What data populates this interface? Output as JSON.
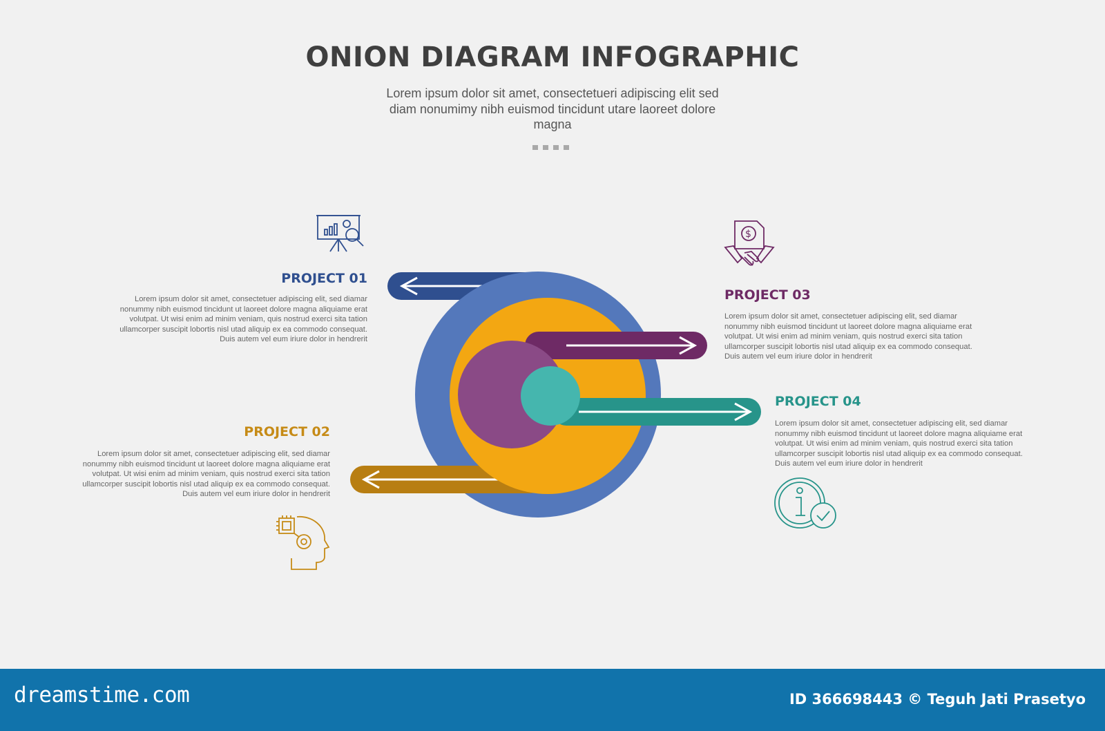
{
  "header": {
    "title": "ONION DIAGRAM INFOGRAPHIC",
    "subtitle": "Lorem ipsum dolor sit amet, consectetueri adipiscing elit sed diam nonumimy nibh euismod tincidunt utare laoreet dolore magna"
  },
  "projects": [
    {
      "label": "PROJECT 01",
      "color": "#2f4f8f",
      "icon": "presentation-board-analytics-icon",
      "text": "Lorem ipsum dolor sit amet, consectetuer adipiscing elit, sed diamar nonummy nibh euismod tincidunt ut laoreet dolore magna aliquiame erat volutpat. Ut wisi enim ad minim veniam, quis nostrud exerci sita tation ullamcorper suscipit lobortis nisl utad aliquip ex ea commodo consequat. Duis autem vel eum iriure dolor in hendrerit"
    },
    {
      "label": "PROJECT 02",
      "color": "#c68b17",
      "icon": "ai-head-chip-icon",
      "text": "Lorem ipsum dolor sit amet, consectetuer adipiscing elit, sed diamar nonummy nibh euismod tincidunt ut laoreet dolore magna aliquiame erat volutpat. Ut wisi enim ad minim veniam, quis nostrud exerci sita tation ullamcorper suscipit lobortis nisl utad aliquip ex ea commodo consequat. Duis autem vel eum iriure dolor in hendrerit"
    },
    {
      "label": "PROJECT 03",
      "color": "#6e2a65",
      "icon": "handshake-dollar-document-icon",
      "text": "Lorem ipsum dolor sit amet, consectetuer adipiscing elit, sed diamar nonummy nibh euismod tincidunt ut laoreet dolore magna aliquiame erat volutpat. Ut wisi enim ad minim veniam, quis nostrud exerci sita tation ullamcorper suscipit lobortis nisl utad aliquip ex ea commodo consequat. Duis autem vel eum iriure dolor in hendrerit"
    },
    {
      "label": "PROJECT 04",
      "color": "#27948a",
      "icon": "info-check-icon",
      "text": "Lorem ipsum dolor sit amet, consectetuer adipiscing elit, sed diamar nonummy nibh euismod tincidunt ut laoreet dolore magna aliquiame erat volutpat. Ut wisi enim ad minim veniam, quis nostrud exerci sita tation ullamcorper suscipit lobortis nisl utad aliquip ex ea commodo consequat. Duis autem vel eum iriure dolor in hendrerit"
    }
  ],
  "onion_colors": {
    "outer": "#5478bb",
    "second": "#f3a712",
    "third": "#8a4a86",
    "core": "#45b6ae"
  },
  "footer": {
    "brand": "dreamstime.com",
    "credit": "ID 366698443 © Teguh Jati Prasetyo",
    "background": "#1173ab"
  }
}
